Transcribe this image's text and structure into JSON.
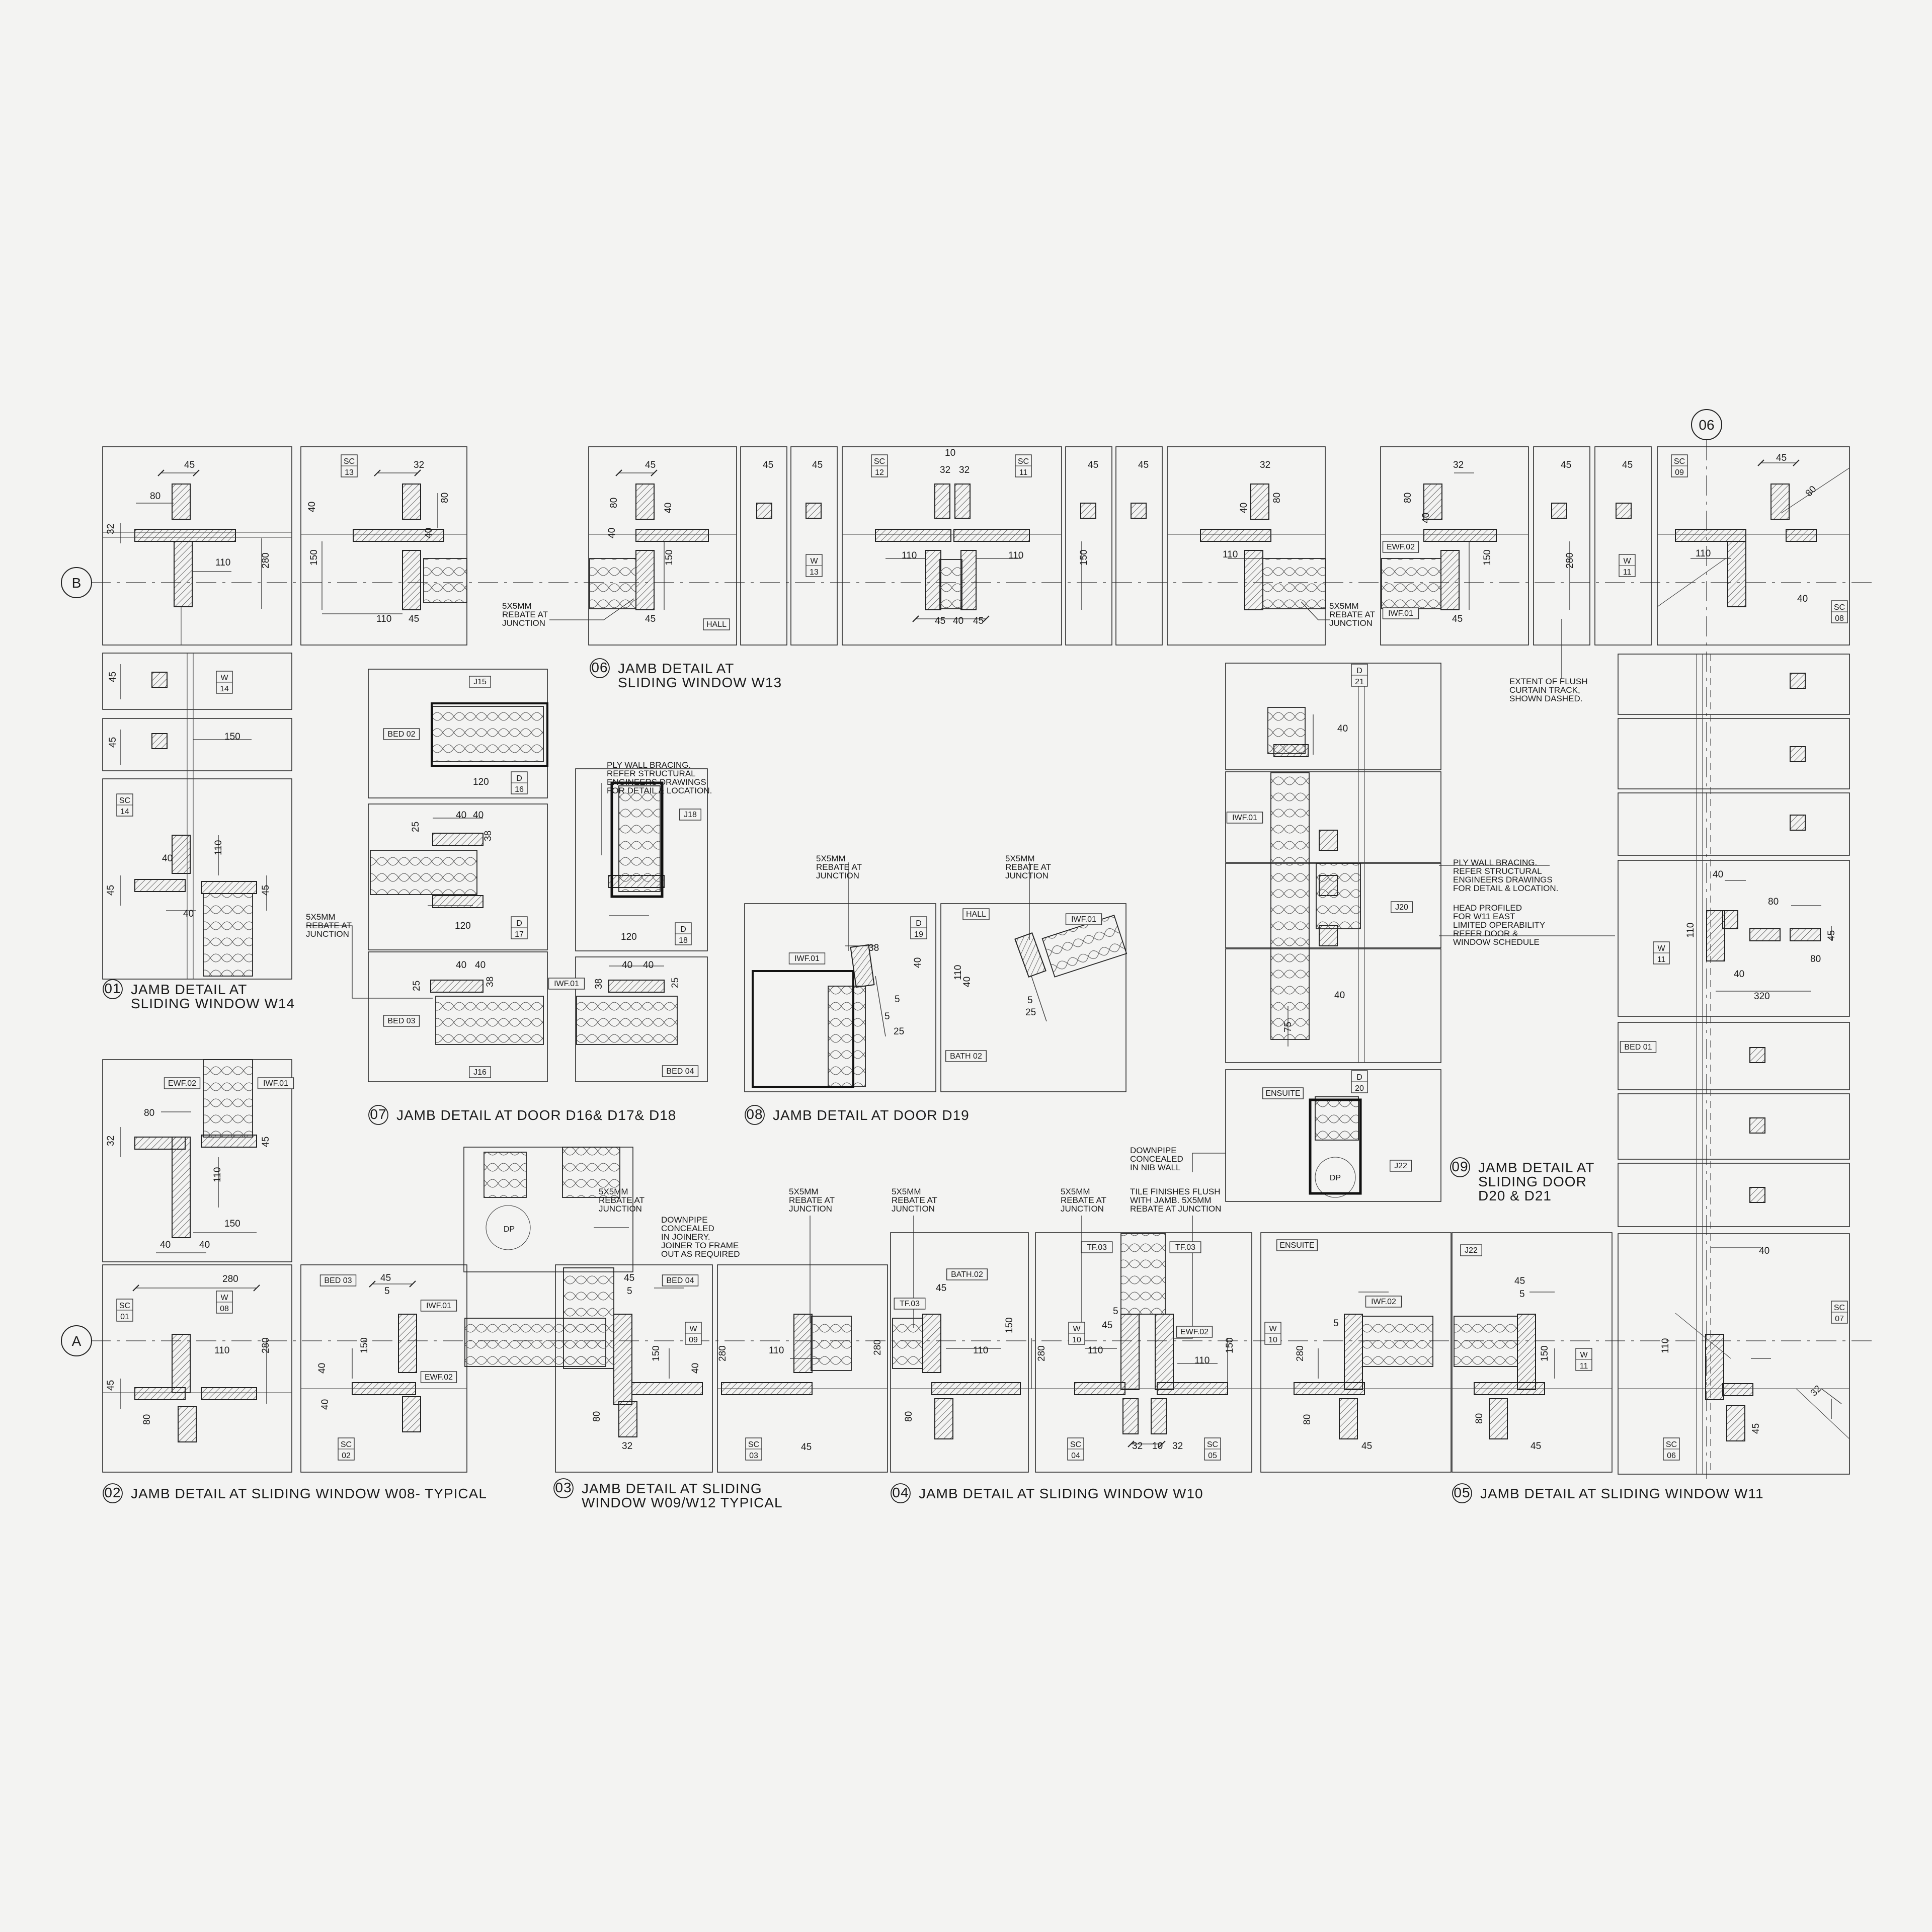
{
  "grid": {
    "b": "B",
    "a": "A",
    "col": "06"
  },
  "titles": [
    {
      "num": "01",
      "l1": "JAMB DETAIL AT",
      "l2": "SLIDING WINDOW W14"
    },
    {
      "num": "02",
      "l1": "JAMB DETAIL AT SLIDING WINDOW W08- TYPICAL"
    },
    {
      "num": "03",
      "l1": "JAMB DETAIL AT SLIDING",
      "l2": "WINDOW W09/W12 TYPICAL"
    },
    {
      "num": "04",
      "l1": "JAMB DETAIL AT SLIDING WINDOW W10"
    },
    {
      "num": "05",
      "l1": "JAMB DETAIL AT SLIDING WINDOW W11"
    },
    {
      "num": "06",
      "l1": "JAMB DETAIL AT",
      "l2": "SLIDING WINDOW W13"
    },
    {
      "num": "07",
      "l1": "JAMB DETAIL AT DOOR D16& D17& D18"
    },
    {
      "num": "08",
      "l1": "JAMB DETAIL AT DOOR D19"
    },
    {
      "num": "09",
      "l1": "JAMB DETAIL AT",
      "l2": "SLIDING DOOR",
      "l3": "D20 & D21"
    }
  ],
  "notes": {
    "rebate_a": [
      "5X5MM",
      "REBATE AT",
      "JUNCTION"
    ],
    "rebate_b": [
      "5X5MM",
      "REBATE AT",
      "JUNCTION"
    ],
    "rebate_c": [
      "5X5MM",
      "REBATE AT",
      "JUNCTION"
    ],
    "rebate_d": [
      "5X5MM",
      "REBATE AT",
      "JUNCTION"
    ],
    "rebate_e": [
      "5X5MM",
      "REBATE AT",
      "JUNCTION"
    ],
    "rebate_f": [
      "5X5MM",
      "REBATE AT",
      "JUNCTION"
    ],
    "rebate_g": [
      "5X5MM",
      "REBATE AT",
      "JUNCTION"
    ],
    "rebate_h": [
      "5X5MM",
      "REBATE AT",
      "JUNCTION"
    ],
    "rebate_i": [
      "5X5MM",
      "REBATE AT",
      "JUNCTION"
    ],
    "ply_a": [
      "PLY WALL BRACING.",
      "REFER STRUCTURAL",
      "ENGINEERS DRAWINGS",
      "FOR DETAIL & LOCATION."
    ],
    "ply_b": [
      "PLY WALL BRACING.",
      "REFER STRUCTURAL",
      "ENGINEERS DRAWINGS",
      "FOR DETAIL & LOCATION."
    ],
    "head": [
      "HEAD PROFILED",
      "FOR W11 EAST",
      "LIMITED OPERABILITY",
      "REFER DOOR &",
      "WINDOW SCHEDULE"
    ],
    "curtain": [
      "EXTENT OF FLUSH",
      "CURTAIN TRACK,",
      "SHOWN DASHED."
    ],
    "dp_joinery": [
      "DOWNPIPE",
      "CONCEALED",
      "IN JOINERY.",
      "JOINER TO FRAME",
      "OUT AS REQUIRED"
    ],
    "dp_nib": [
      "DOWNPIPE",
      "CONCEALED",
      "IN NIB WALL"
    ],
    "tile": [
      "TILE FINISHES FLUSH",
      "WITH JAMB. 5X5MM",
      "REBATE AT JUNCTION"
    ]
  },
  "tags": {
    "sc13": [
      "SC",
      "13"
    ],
    "sc12": [
      "SC",
      "12"
    ],
    "sc11": [
      "SC",
      "11"
    ],
    "sc09": [
      "SC",
      "09"
    ],
    "sc08": [
      "SC",
      "08"
    ],
    "sc14": [
      "SC",
      "14"
    ],
    "sc01": [
      "SC",
      "01"
    ],
    "sc02": [
      "SC",
      "02"
    ],
    "sc03": [
      "SC",
      "03"
    ],
    "sc04": [
      "SC",
      "04"
    ],
    "sc05": [
      "SC",
      "05"
    ],
    "sc06": [
      "SC",
      "06"
    ],
    "sc07": [
      "SC",
      "07"
    ],
    "w13": [
      "W",
      "13"
    ],
    "w11a": [
      "W",
      "11"
    ],
    "w14": [
      "W",
      "14"
    ],
    "w08": [
      "W",
      "08"
    ],
    "w09": [
      "W",
      "09"
    ],
    "w10a": [
      "W",
      "10"
    ],
    "w10b": [
      "W",
      "10"
    ],
    "w11b": [
      "W",
      "11"
    ],
    "w11c": [
      "W",
      "11"
    ],
    "d16": [
      "D",
      "16"
    ],
    "d17": [
      "D",
      "17"
    ],
    "d18": [
      "D",
      "18"
    ],
    "d19": [
      "D",
      "19"
    ],
    "d21": [
      "D",
      "21"
    ],
    "d20": [
      "D",
      "20"
    ]
  },
  "rooms": {
    "hall_a": "HALL",
    "hall_b": "HALL",
    "bed02": "BED 02",
    "bed03a": "BED 03",
    "bed03b": "BED 03",
    "bed04a": "BED 04",
    "bed04b": "BED 04",
    "bed01": "BED 01",
    "bath02a": "BATH 02",
    "bath02b": "BATH.02",
    "ensuite_a": "ENSUITE",
    "ensuite_b": "ENSUITE",
    "j15": "J15",
    "j16": "J16",
    "j18": "J18",
    "j20": "J20",
    "j22a": "J22",
    "j22b": "J22",
    "ewf02a": "EWF.02",
    "ewf02b": "EWF.02",
    "ewf02c": "EWF.02",
    "ewf02d": "EWF.02",
    "iwf01a": "IWF.01",
    "iwf01b": "IWF.01",
    "iwf01c": "IWF.01",
    "iwf01d": "IWF.01",
    "iwf01e": "IWF.01",
    "iwf01f": "IWF.01",
    "iwf01g": "IWF.01",
    "iwf02": "IWF.02",
    "tf03a": "TF.03",
    "tf03b": "TF.03",
    "tf03c": "TF.03",
    "dp1": "DP",
    "dp2": "DP"
  },
  "dims": {
    "d45a": "45",
    "d80a": "80",
    "d32a": "32",
    "d110a": "110",
    "d280a": "280",
    "d32b": "32",
    "d80b": "80",
    "d40b": "40",
    "d150b": "150",
    "d40c": "40",
    "d110b": "110",
    "d45b": "45",
    "d45c": "45",
    "d80c": "80",
    "d40d": "40",
    "d40e": "40",
    "d150c": "150",
    "d45d": "45",
    "d45e": "45",
    "d45f": "45",
    "d10a": "10",
    "d32c": "32",
    "d32d": "32",
    "d110c": "110",
    "d110d": "110",
    "d45g": "45",
    "d40f": "40",
    "d45h": "45",
    "d45i": "45",
    "d45j": "45",
    "d150d": "150",
    "d32e": "32",
    "d80d": "80",
    "d40g": "40",
    "d110e": "110",
    "d32f": "32",
    "d80e": "80",
    "d40h": "40",
    "d150e": "150",
    "d45k": "45",
    "d45l": "45",
    "d45m": "45",
    "d280b": "280",
    "d45n": "45",
    "d80f": "80",
    "d110f": "110",
    "d40i": "40",
    "d45o": "45",
    "d45p": "45",
    "d150f": "150",
    "d45q": "45",
    "d40j": "40",
    "d110g": "110",
    "d45r": "45",
    "d40k": "40",
    "d120a": "120",
    "d25a": "25",
    "d40l": "40",
    "d40m": "40",
    "d38a": "38",
    "d120b": "120",
    "d40n": "40",
    "d40o": "40",
    "d25b": "25",
    "d38b": "38",
    "d120c": "120",
    "d38c": "38",
    "d40p": "40",
    "d40q": "40",
    "d25c": "25",
    "d38d": "38",
    "d40r": "40",
    "d5a": "5",
    "d5b": "5",
    "d25d": "25",
    "d110h": "110",
    "d40s": "40",
    "d5c": "5",
    "d25e": "25",
    "d40t": "40",
    "d40u": "40",
    "d75": "75",
    "d40v": "40",
    "d80g": "80",
    "d80h": "80",
    "d110i": "110",
    "d40w": "40",
    "d320": "320",
    "d45s": "45",
    "d80i": "80",
    "d32g": "32",
    "d110j": "110",
    "d150g": "150",
    "d40x": "40",
    "d40y": "40",
    "d45t": "45",
    "d280c": "280",
    "d110k": "110",
    "d280d": "280",
    "d45u": "45",
    "d80j": "80",
    "d45v": "45",
    "d5d": "5",
    "d40z": "40",
    "d40aa": "40",
    "d150h": "150",
    "d45w": "45",
    "d5e": "5",
    "d150i": "150",
    "d80k": "80",
    "d32h": "32",
    "d40ab": "40",
    "d280e": "280",
    "d110l": "110",
    "d45x": "45",
    "d45y": "45",
    "d150j": "150",
    "d110m": "110",
    "d280f": "280",
    "d80l": "80",
    "d45z": "45",
    "d5f": "5",
    "d110n": "110",
    "d280g": "280",
    "d110o": "110",
    "d150k": "150",
    "d32i": "32",
    "d10b": "10",
    "d32j": "32",
    "d5g": "5",
    "d280h": "280",
    "d80m": "80",
    "d45aa": "45",
    "d45ab": "45",
    "d5h": "5",
    "d150l": "150",
    "d80n": "80",
    "d45ac": "45",
    "d40ac": "40",
    "d110p": "110",
    "d32k": "32",
    "d45ad": "45"
  }
}
